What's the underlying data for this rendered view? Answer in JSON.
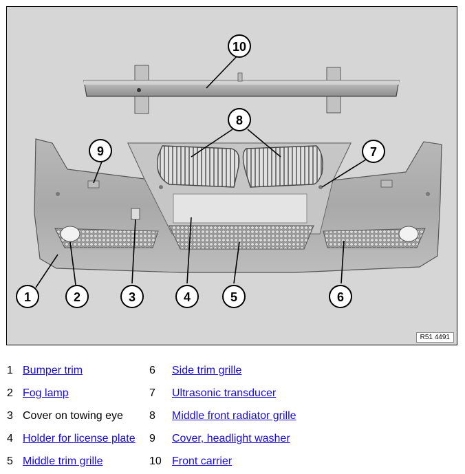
{
  "figure_ref": "R51 4491",
  "callouts": [
    "1",
    "2",
    "3",
    "4",
    "5",
    "6",
    "7",
    "8",
    "9",
    "10"
  ],
  "legend": [
    {
      "num": "1",
      "label": "Bumper trim",
      "link": true
    },
    {
      "num": "2",
      "label": "Fog lamp",
      "link": true
    },
    {
      "num": "3",
      "label": "Cover on towing eye",
      "link": false
    },
    {
      "num": "4",
      "label": "Holder for license plate",
      "link": true
    },
    {
      "num": "5",
      "label": "Middle trim grille",
      "link": true
    },
    {
      "num": "6",
      "label": "Side trim grille",
      "link": true
    },
    {
      "num": "7",
      "label": "Ultrasonic transducer",
      "link": true
    },
    {
      "num": "8",
      "label": "Middle front radiator grille",
      "link": true
    },
    {
      "num": "9",
      "label": "Cover, headlight washer",
      "link": true
    },
    {
      "num": "10",
      "label": "Front carrier",
      "link": true
    }
  ],
  "colors": {
    "link": "#1a0dcc",
    "background": "#d6d6d6"
  }
}
